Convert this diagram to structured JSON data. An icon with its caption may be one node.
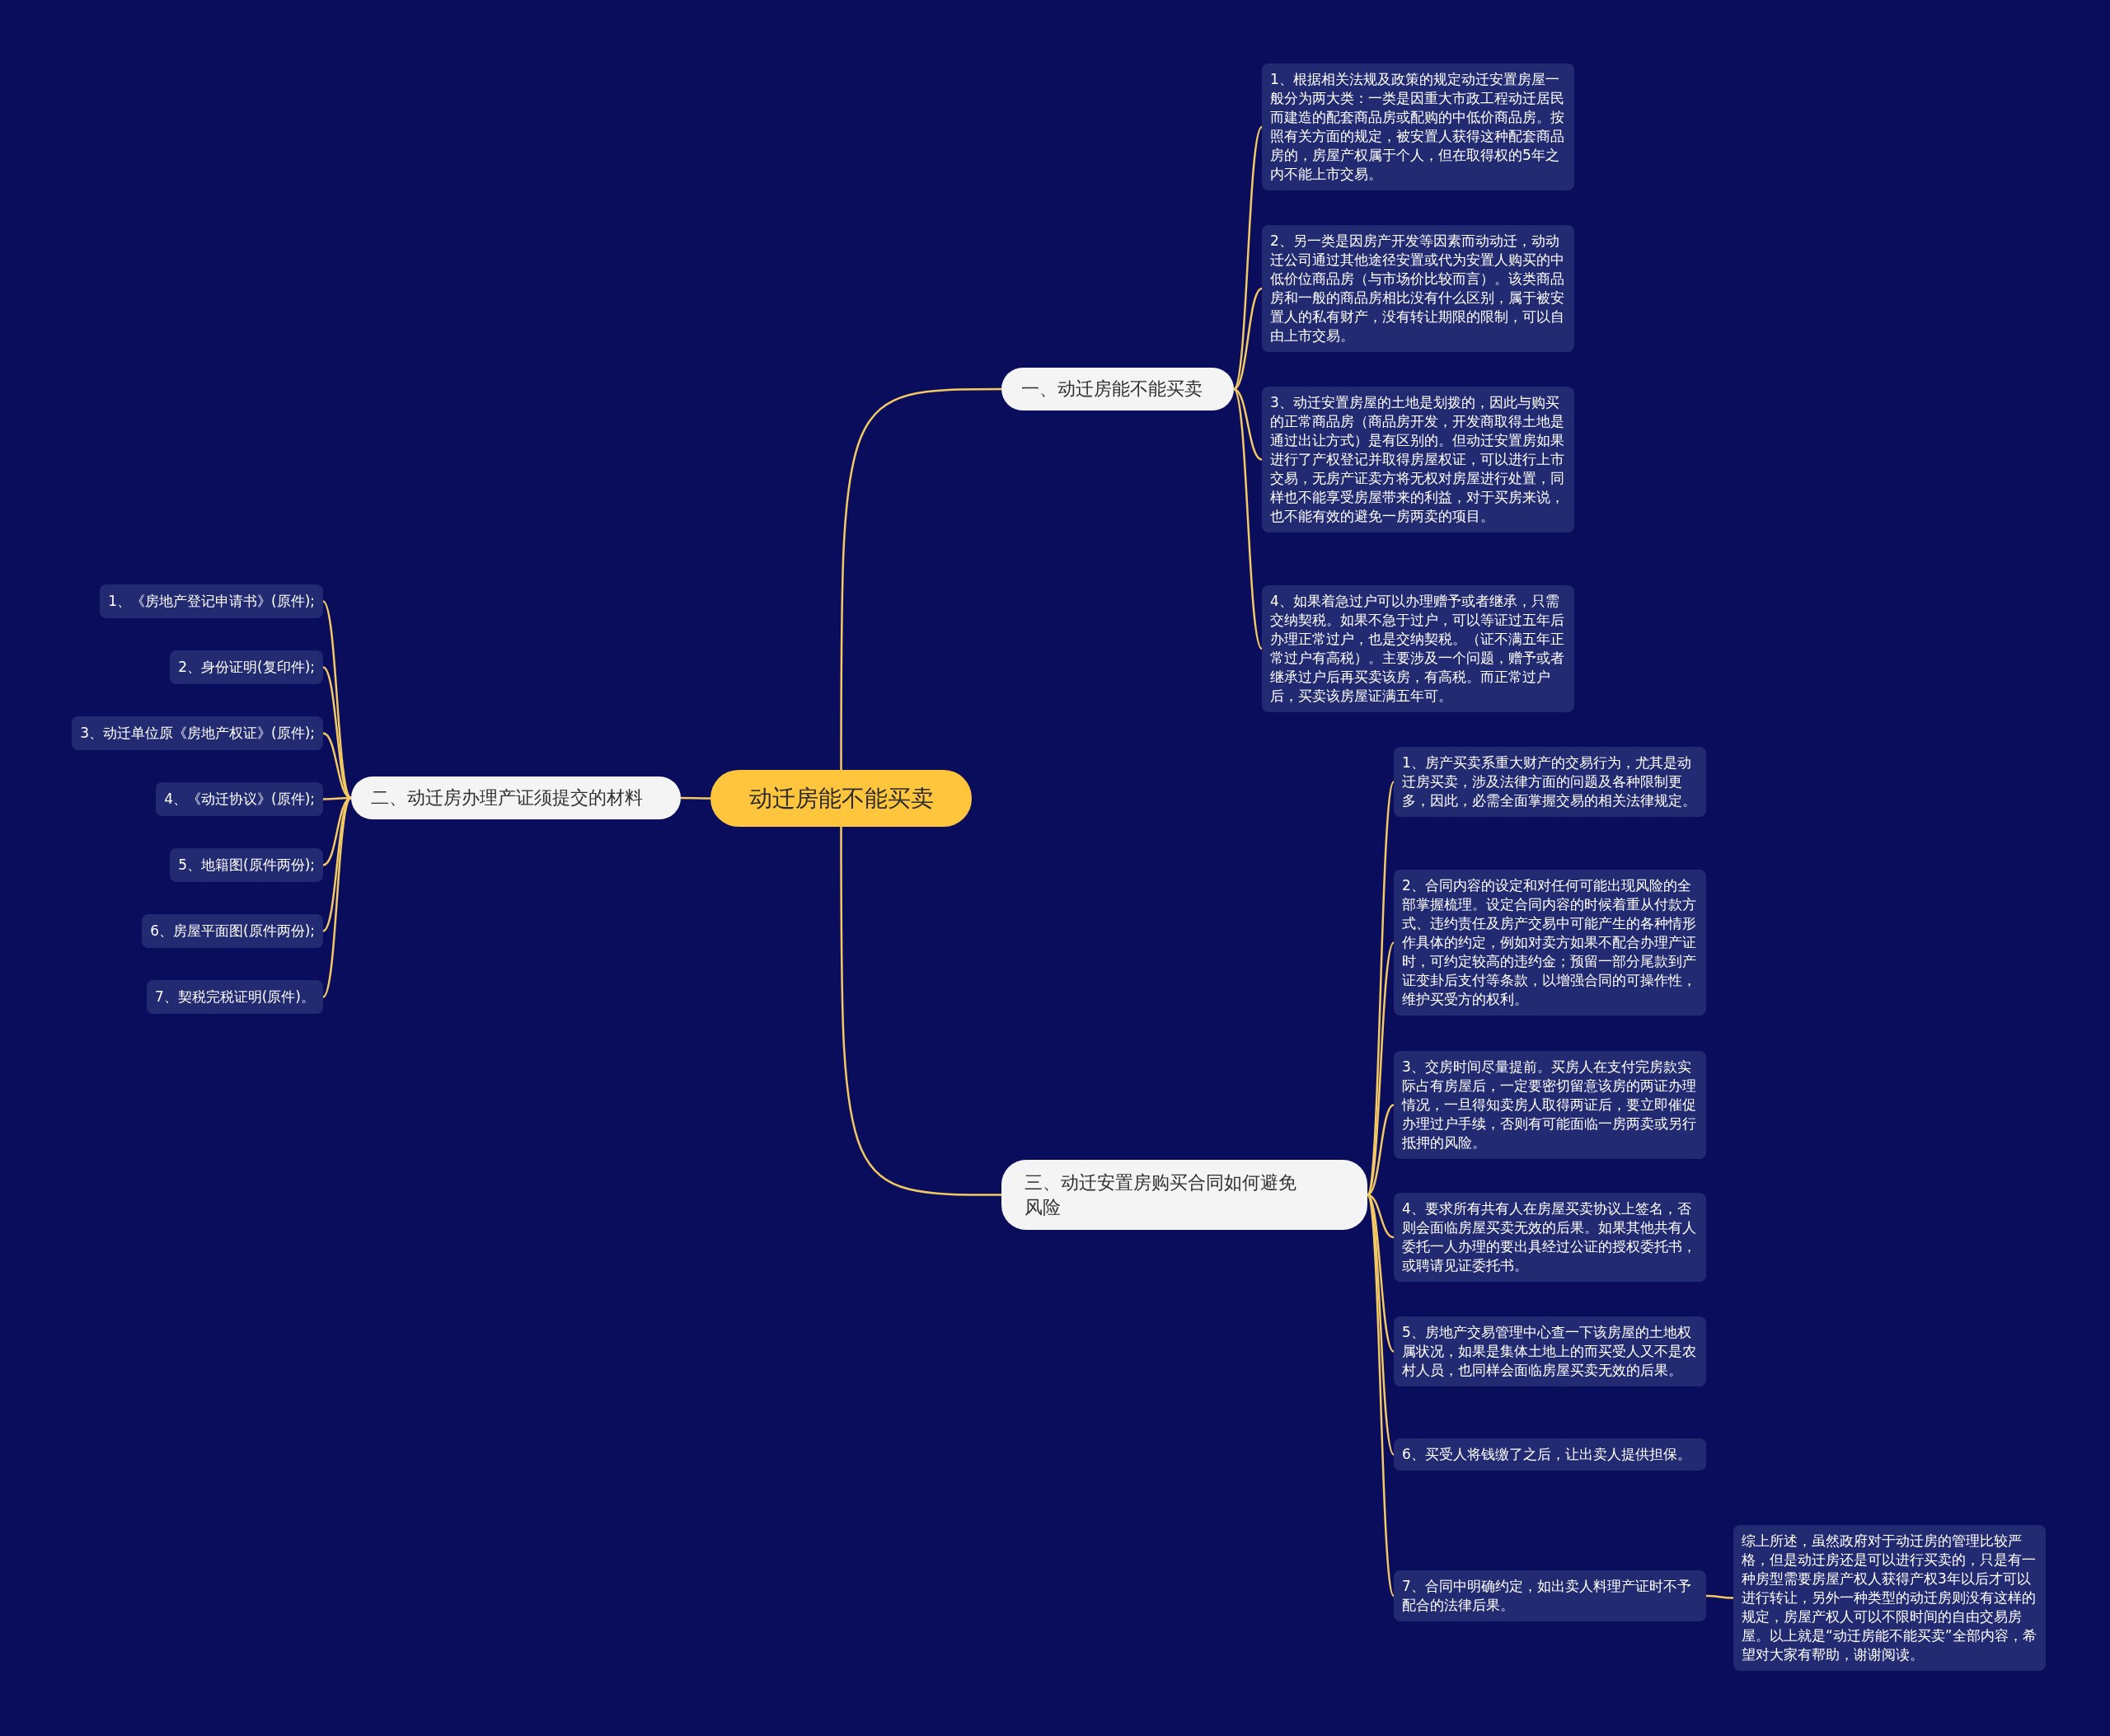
{
  "diagram": {
    "nodes": [
      {
        "text": [
          "动迁房能不能买卖"
        ]
      },
      {
        "text": [
          "一、动迁房能不能买卖"
        ]
      },
      {
        "text": [
          "1、根据相关法规及政策的规定动迁安置房屋一般分为两大类：一类是因重大市政工程动迁居民而建造的配套商品房或配购的中低价商品房。按照有关方面的规定，被安置人获得这种配套商品房的，房屋产权属于个人，但在取得权的5年之内不能上市交易。"
        ]
      },
      {
        "text": [
          "2、另一类是因房产开发等因素而动动迁，动动迁公司通过其他途径安置或代为安置人购买的中低价位商品房（与市场价比较而言）。该类商品房和一般的商品房相比没有什么区别，属于被安置人的私有财产，没有转让期限的限制，可以自由上市交易。"
        ]
      },
      {
        "text": [
          "3、动迁安置房屋的土地是划拨的，因此与购买的正常商品房（商品房开发，开发商取得土地是通过出让方式）是有区别的。但动迁安置房如果进行了产权登记并取得房屋权证，可以进行上市交易，无房产证卖方将无权对房屋进行处置，同样也不能享受房屋带来的利益，对于买房来说，也不能有效的避免一房两卖的项目。"
        ]
      },
      {
        "text": [
          "4、如果着急过户可以办理赠予或者继承，只需交纳契税。如果不急于过户，可以等证过五年后办理正常过户，也是交纳契税。（证不满五年正常过户有高税）。主要涉及一个问题，赠予或者继承过户后再买卖该房，有高税。而正常过户后，买卖该房屋证满五年可。"
        ]
      },
      {
        "text": [
          "二、动迁房办理产证须提交的材料"
        ]
      },
      {
        "text": [
          "1、《房地产登记申请书》(原件);"
        ]
      },
      {
        "text": [
          "2、身份证明(复印件);"
        ]
      },
      {
        "text": [
          "3、动迁单位原《房地产权证》(原件);"
        ]
      },
      {
        "text": [
          "4、《动迁协议》(原件);"
        ]
      },
      {
        "text": [
          "5、地籍图(原件两份);"
        ]
      },
      {
        "text": [
          "6、房屋平面图(原件两份);"
        ]
      },
      {
        "text": [
          "7、契税完税证明(原件)。"
        ]
      },
      {
        "text": [
          "三、动迁安置房购买合同如何避免风险"
        ]
      },
      {
        "text": [
          "1、房产买卖系重大财产的交易行为，尤其是动迁房买卖，涉及法律方面的问题及各种限制更多，因此，必需全面掌握交易的相关法律规定。"
        ]
      },
      {
        "text": [
          "2、合同内容的设定和对任何可能出现风险的全部掌握梳理。设定合同内容的时候着重从付款方式、违约责任及房产交易中可能产生的各种情形作具体的约定，例如对卖方如果不配合办理产证时，可约定较高的违约金；预留一部分尾款到产证变卦后支付等条款，以增强合同的可操作性，维护买受方的权利。"
        ]
      },
      {
        "text": [
          "3、交房时间尽量提前。买房人在支付完房款实际占有房屋后，一定要密切留意该房的两证办理情况，一旦得知卖房人取得两证后，要立即催促办理过户手续，否则有可能面临一房两卖或另行抵押的风险。"
        ]
      },
      {
        "text": [
          "4、要求所有共有人在房屋买卖协议上签名，否则会面临房屋买卖无效的后果。如果其他共有人委托一人办理的要出具经过公证的授权委托书，或聘请见证委托书。"
        ]
      },
      {
        "text": [
          "5、房地产交易管理中心查一下该房屋的土地权属状况，如果是集体土地上的而买受人又不是农村人员，也同样会面临房屋买卖无效的后果。"
        ]
      },
      {
        "text": [
          "6、买受人将钱缴了之后，让出卖人提供担保。"
        ]
      },
      {
        "text": [
          "7、合同中明确约定，如出卖人料理产证时不予配合的法律后果。"
        ]
      },
      {
        "text": [
          "综上所述，虽然政府对于动迁房的管理比较严格，但是动迁房还是可以进行买卖的，只是有一种房型需要房屋产权人获得产权3年以后才可以进行转让，另外一种类型的动迁房则没有这样的规定，房屋产权人可以不限时间的自由交易房屋。以上就是“动迁房能不能买卖”全部内容，希望对大家有帮助，谢谢阅读。"
        ]
      }
    ],
    "edges": [
      {
        "from": 0,
        "to": 1,
        "arrow": "none"
      },
      {
        "from": 1,
        "to": 2,
        "arrow": "none"
      },
      {
        "from": 1,
        "to": 3,
        "arrow": "none"
      },
      {
        "from": 1,
        "to": 4,
        "arrow": "none"
      },
      {
        "from": 1,
        "to": 5,
        "arrow": "none"
      },
      {
        "from": 0,
        "to": 6,
        "arrow": "none"
      },
      {
        "from": 6,
        "to": 7,
        "arrow": "none"
      },
      {
        "from": 6,
        "to": 8,
        "arrow": "none"
      },
      {
        "from": 6,
        "to": 9,
        "arrow": "none"
      },
      {
        "from": 6,
        "to": 10,
        "arrow": "none"
      },
      {
        "from": 6,
        "to": 11,
        "arrow": "none"
      },
      {
        "from": 6,
        "to": 12,
        "arrow": "none"
      },
      {
        "from": 6,
        "to": 13,
        "arrow": "none"
      },
      {
        "from": 0,
        "to": 14,
        "arrow": "none"
      },
      {
        "from": 14,
        "to": 15,
        "arrow": "none"
      },
      {
        "from": 14,
        "to": 16,
        "arrow": "none"
      },
      {
        "from": 14,
        "to": 17,
        "arrow": "none"
      },
      {
        "from": 14,
        "to": 18,
        "arrow": "none"
      },
      {
        "from": 14,
        "to": 19,
        "arrow": "none"
      },
      {
        "from": 14,
        "to": 20,
        "arrow": "none"
      },
      {
        "from": 14,
        "to": 21,
        "arrow": "none"
      },
      {
        "from": 21,
        "to": 22,
        "arrow": "none"
      }
    ]
  }
}
